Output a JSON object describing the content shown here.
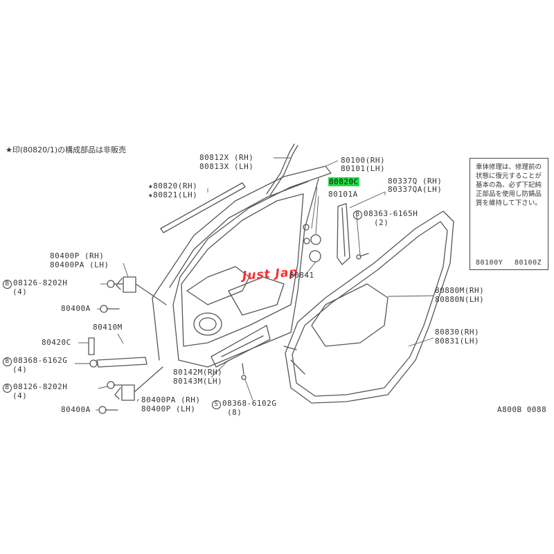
{
  "note": "★印(80820/1)の構成部品は非販売",
  "watermark": "Just Jap",
  "ref_code": "A800B 0088",
  "legend": {
    "text": "車体修理は、修理前の状態に復元することが基本の為、必ず下記純正部品を使用し防錆品質を維持して下さい。",
    "item_a": "80100Y",
    "item_b": "80100Z"
  },
  "labels": {
    "p80812x": "80812X (RH)",
    "p80813x": "80813X (LH)",
    "p80100": "80100(RH)",
    "p80101": "80101(LH)",
    "p80820": "★80820(RH)",
    "p80821": "★80821(LH)",
    "p80820c": "80820C",
    "p80101a": "80101A",
    "p80337q": "80337Q (RH)",
    "p80337qa": "80337QA(LH)",
    "p08363": "08363-6165H",
    "p08363q": "(2)",
    "p80400p": "80400P (RH)",
    "p80400pa": "80400PA (LH)",
    "p08126a": "08126-8202H",
    "p08126aq": "(4)",
    "p80400a_1": "80400A",
    "p80410m": "80410M",
    "p80420c": "80420C",
    "p08368a": "08368-6162G",
    "p08368aq": "(4)",
    "p08126b": "08126-8202H",
    "p08126bq": "(4)",
    "p80400a_2": "80400A",
    "p80400pa2": "80400PA (RH)",
    "p80400p2": "80400P (LH)",
    "p80142m": "80142M(RH)",
    "p80143m": "80143M(LH)",
    "p08368b": "08368-6102G",
    "p08368bq": "(8)",
    "p80841": "80841",
    "p80880m": "80880M(RH)",
    "p80880n": "80880N(LH)",
    "p80830": "80830(RH)",
    "p80831": "80831(LH)"
  },
  "bolt_markers": {
    "b": "B",
    "s": "S"
  },
  "colors": {
    "line": "#555555",
    "highlight": "#22dd44",
    "watermark": "#ff2a2a"
  }
}
